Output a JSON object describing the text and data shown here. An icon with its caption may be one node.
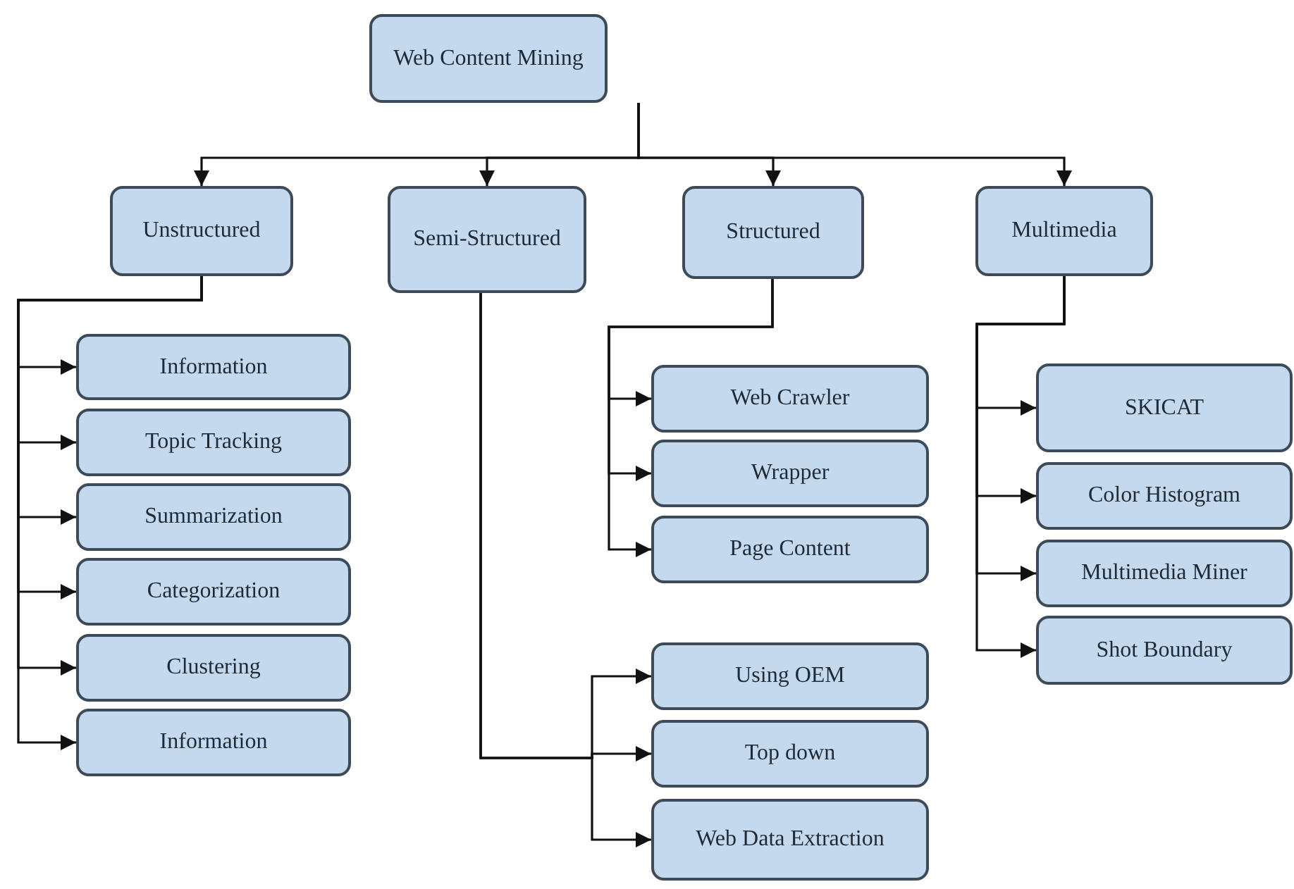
{
  "diagram": {
    "nodes": [
      {
        "text": [
          "Web Content Mining"
        ]
      },
      {
        "text": [
          "Unstructured"
        ]
      },
      {
        "text": [
          "Semi-Structured"
        ]
      },
      {
        "text": [
          "Structured"
        ]
      },
      {
        "text": [
          "Multimedia"
        ]
      },
      {
        "text": [
          "Information"
        ]
      },
      {
        "text": [
          "Topic Tracking"
        ]
      },
      {
        "text": [
          "Summarization"
        ]
      },
      {
        "text": [
          "Categorization"
        ]
      },
      {
        "text": [
          "Clustering"
        ]
      },
      {
        "text": [
          "Information"
        ]
      },
      {
        "text": [
          "Web Crawler"
        ]
      },
      {
        "text": [
          "Wrapper"
        ]
      },
      {
        "text": [
          "Page Content"
        ]
      },
      {
        "text": [
          "Using OEM"
        ]
      },
      {
        "text": [
          "Top down"
        ]
      },
      {
        "text": [
          "Web Data Extraction"
        ]
      },
      {
        "text": [
          "SKICAT"
        ]
      },
      {
        "text": [
          "Color Histogram"
        ]
      },
      {
        "text": [
          "Multimedia Miner"
        ]
      },
      {
        "text": [
          "Shot Boundary"
        ]
      }
    ],
    "edges": [
      {
        "from": 0,
        "to": 1,
        "arrow": "to"
      },
      {
        "from": 0,
        "to": 2,
        "arrow": "to"
      },
      {
        "from": 0,
        "to": 3,
        "arrow": "to"
      },
      {
        "from": 0,
        "to": 4,
        "arrow": "to"
      },
      {
        "from": 1,
        "to": 5,
        "arrow": "to"
      },
      {
        "from": 1,
        "to": 6,
        "arrow": "to"
      },
      {
        "from": 1,
        "to": 7,
        "arrow": "to"
      },
      {
        "from": 1,
        "to": 8,
        "arrow": "to"
      },
      {
        "from": 1,
        "to": 9,
        "arrow": "to"
      },
      {
        "from": 1,
        "to": 10,
        "arrow": "to"
      },
      {
        "from": 2,
        "to": 14,
        "arrow": "to"
      },
      {
        "from": 2,
        "to": 15,
        "arrow": "to"
      },
      {
        "from": 2,
        "to": 16,
        "arrow": "to"
      },
      {
        "from": 3,
        "to": 11,
        "arrow": "to"
      },
      {
        "from": 3,
        "to": 12,
        "arrow": "to"
      },
      {
        "from": 3,
        "to": 13,
        "arrow": "to"
      },
      {
        "from": 4,
        "to": 17,
        "arrow": "to"
      },
      {
        "from": 4,
        "to": 18,
        "arrow": "to"
      },
      {
        "from": 4,
        "to": 19,
        "arrow": "to"
      },
      {
        "from": 4,
        "to": 20,
        "arrow": "to"
      }
    ]
  }
}
